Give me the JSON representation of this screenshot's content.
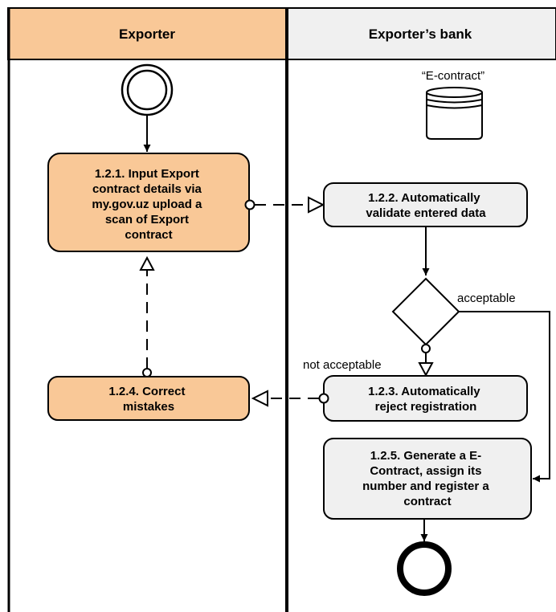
{
  "lanes": {
    "exporter": {
      "title": "Exporter"
    },
    "bank": {
      "title": "Exporter’s bank"
    }
  },
  "data_object": {
    "label": "“E-contract”"
  },
  "tasks": {
    "t121": {
      "lines": [
        "1.2.1. Input Export",
        "contract details via",
        "my.gov.uz upload a",
        "scan of Export",
        "contract"
      ]
    },
    "t122": {
      "lines": [
        "1.2.2. Automatically",
        "validate entered data"
      ]
    },
    "t123": {
      "lines": [
        "1.2.3. Automatically",
        "reject registration"
      ]
    },
    "t124": {
      "lines": [
        "1.2.4. Correct",
        "mistakes"
      ]
    },
    "t125": {
      "lines": [
        "1.2.5. Generate a E-",
        "Contract, assign its",
        "number and register a",
        "contract"
      ]
    }
  },
  "gateway": {
    "acceptable": "acceptable",
    "not_acceptable": "not acceptable"
  },
  "colors": {
    "exporter_task_fill": "#f9c897",
    "bank_task_fill": "#f0f0f0",
    "header_exporter": "#f9c897",
    "header_bank": "#f0f0f0"
  }
}
